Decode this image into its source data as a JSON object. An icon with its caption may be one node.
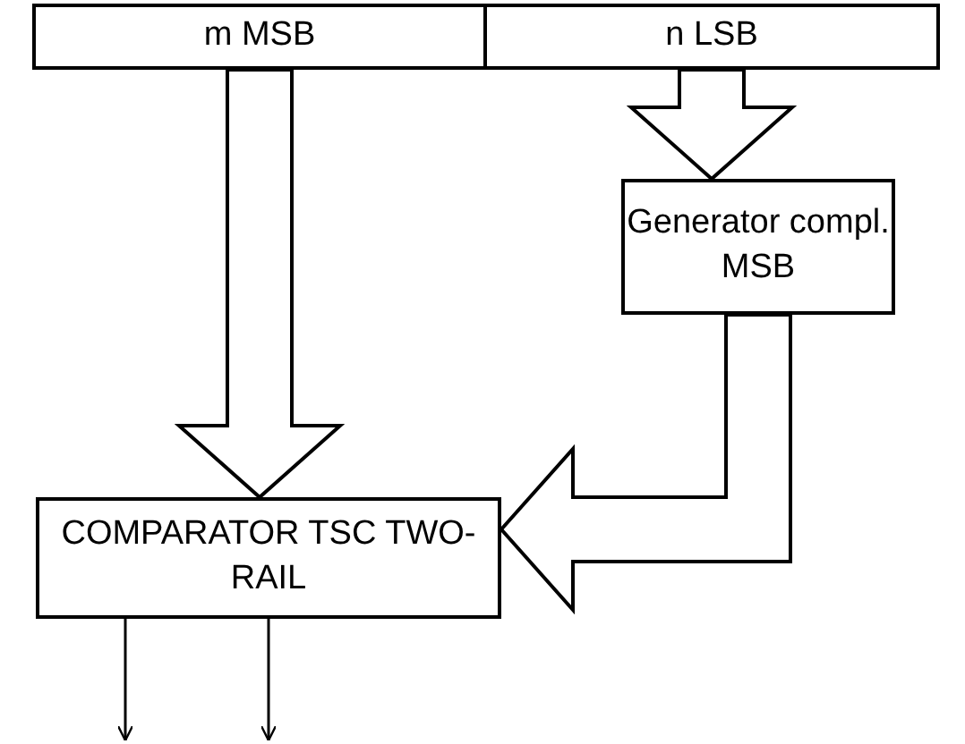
{
  "diagram": {
    "nodes": [
      {
        "text": [
          "m MSB"
        ]
      },
      {
        "text": [
          "n LSB"
        ]
      },
      {
        "text": [
          "Generator compl. MSB"
        ]
      },
      {
        "text": [
          "COMPARATOR TSC TWO-RAIL"
        ]
      }
    ],
    "edges": [
      {
        "from": 0,
        "to": 3,
        "arrow": "to",
        "style": "thick"
      },
      {
        "from": 1,
        "to": 2,
        "arrow": "to",
        "style": "thick"
      },
      {
        "from": 2,
        "to": 3,
        "arrow": "to",
        "style": "thick"
      },
      {
        "from": 3,
        "to": null,
        "arrow": "to"
      },
      {
        "from": 3,
        "to": null,
        "arrow": "to"
      }
    ]
  }
}
